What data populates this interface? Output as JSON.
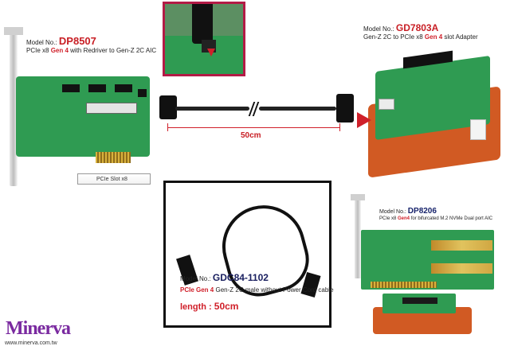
{
  "dp8507": {
    "model_prefix": "Model No.: ",
    "model": "DP8507",
    "desc_a": "PCIe x8 ",
    "desc_gen": "Gen 4",
    "desc_b": " with Redriver to Gen-Z 2C AIC",
    "slot_label": "PCIe Slot x8"
  },
  "gd7803a": {
    "model_prefix": "Model No.: ",
    "model": "GD7803A",
    "desc_a": "Gen-Z 2C to PCIe x8 ",
    "desc_gen": "Gen 4",
    "desc_b": " slot Adapter"
  },
  "cable_top": {
    "length_label": "50cm"
  },
  "gdc84": {
    "model_prefix": "Model No.: ",
    "model": "GDC84-1102",
    "desc_red": "PCIe Gen 4",
    "desc_b": " Gen-Z 2C male without Power Cord cable",
    "length_prefix": "length : ",
    "length_value": "50cm"
  },
  "dp8206": {
    "model_prefix": "Model No.: ",
    "model": "DP8206",
    "desc_a": "PCIe x8 ",
    "desc_gen": "Gen4",
    "desc_b": " for bifurcated M.2 NVMe Dual port AIC"
  },
  "brand": {
    "logo": "Minerva",
    "url": "www.minerva.com.tw"
  },
  "colors": {
    "accent_red": "#d0202a",
    "accent_blue": "#17236b",
    "pcb_green": "#2f9b52",
    "frame_red": "#b31b46",
    "adapter_orange": "#d15a23"
  }
}
